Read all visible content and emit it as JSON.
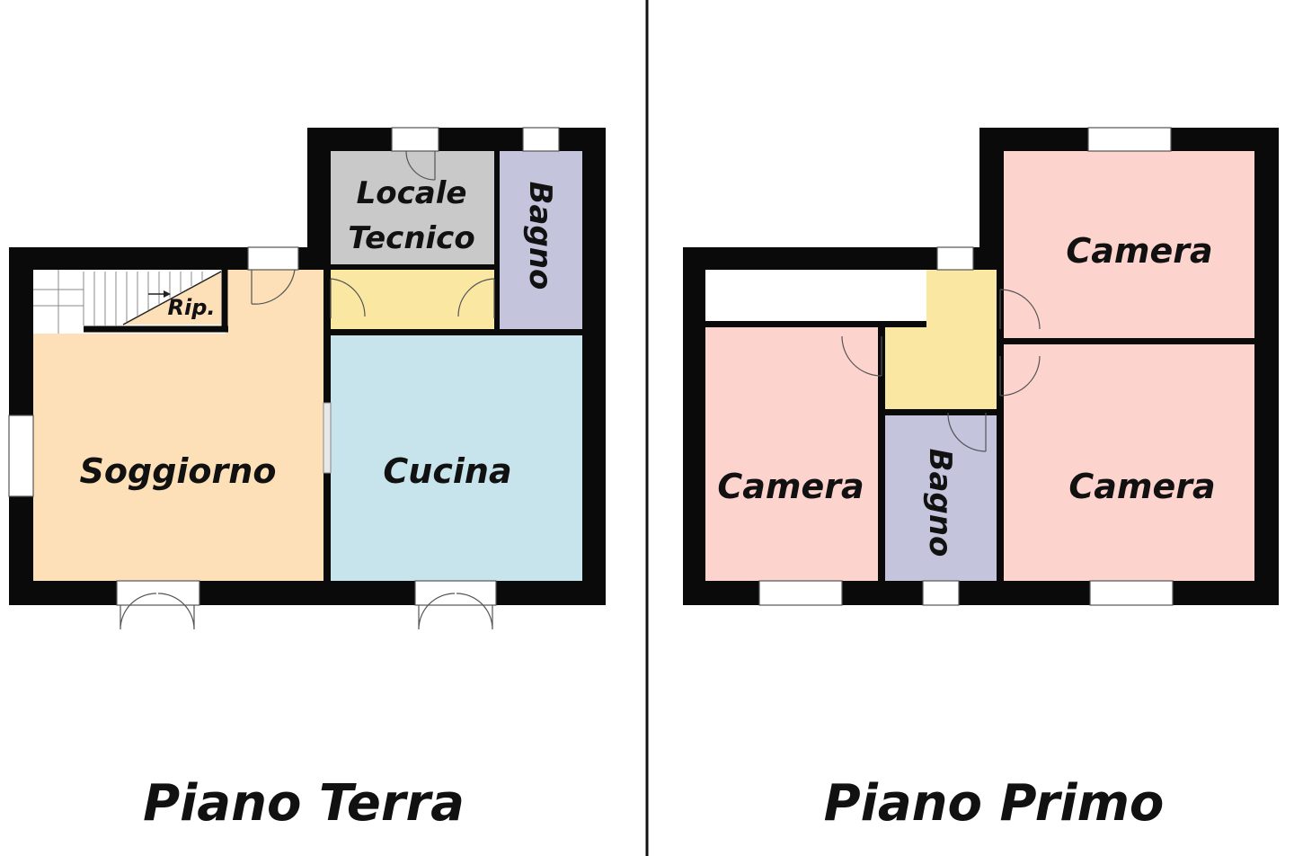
{
  "floors": [
    {
      "id": "piano-terra",
      "title": "Piano Terra",
      "rooms": [
        {
          "id": "locale-tecnico",
          "label_lines": [
            "Locale",
            "Tecnico"
          ],
          "color": "#c9c9c9"
        },
        {
          "id": "bagno",
          "label_lines": [
            "Bagno"
          ],
          "color": "#c4c4dc"
        },
        {
          "id": "corridoio",
          "label_lines": [],
          "color": "#fae7a2"
        },
        {
          "id": "soggiorno",
          "label_lines": [
            "Soggiorno"
          ],
          "color": "#fde0b8"
        },
        {
          "id": "cucina",
          "label_lines": [
            "Cucina"
          ],
          "color": "#c7e4ec"
        },
        {
          "id": "ripostiglio",
          "label_lines": [
            "Rip."
          ],
          "color": "#fde0b8"
        }
      ]
    },
    {
      "id": "piano-primo",
      "title": "Piano Primo",
      "rooms": [
        {
          "id": "camera-nord-est",
          "label_lines": [
            "Camera"
          ],
          "color": "#fcd3cd"
        },
        {
          "id": "camera-sud-est",
          "label_lines": [
            "Camera"
          ],
          "color": "#fcd3cd"
        },
        {
          "id": "camera-ovest",
          "label_lines": [
            "Camera"
          ],
          "color": "#fcd3cd"
        },
        {
          "id": "bagno",
          "label_lines": [
            "Bagno"
          ],
          "color": "#c4c4dc"
        },
        {
          "id": "disimpegno",
          "label_lines": [],
          "color": "#fae7a2"
        }
      ]
    }
  ],
  "colors": {
    "wall": "#0a0a0a",
    "divider": "#111111",
    "background": "#ffffff"
  }
}
